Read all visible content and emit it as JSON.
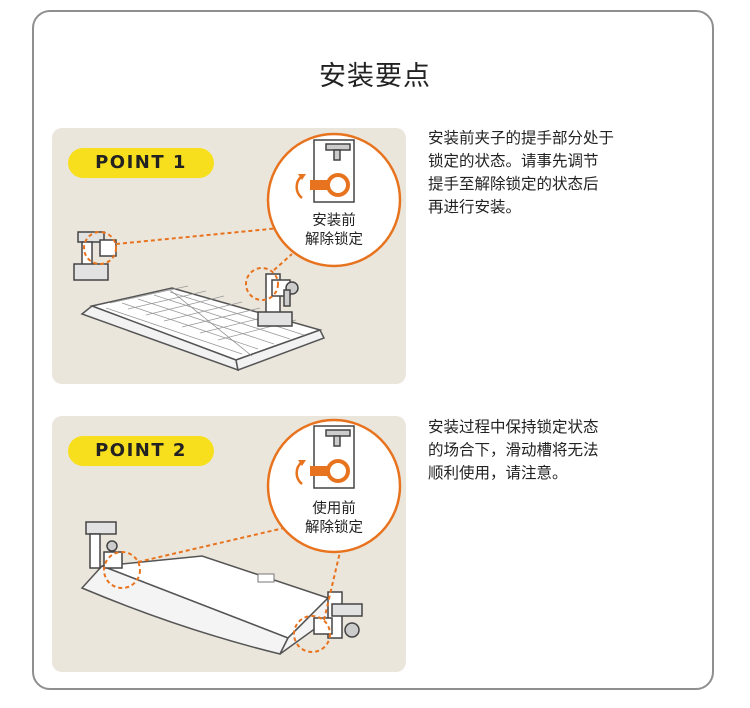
{
  "title": "安装要点",
  "points": [
    {
      "badge": "POINT 1",
      "circle_line1": "安装前",
      "circle_line2": "解除锁定",
      "desc_lines": [
        "安装前夹子的提手部分处于",
        "锁定的状态。请事先调节",
        "提手至解除锁定的状态后",
        "再进行安装。"
      ]
    },
    {
      "badge": "POINT 2",
      "circle_line1": "使用前",
      "circle_line2": "解除锁定",
      "desc_lines": [
        "安装过程中保持锁定状态",
        "的场合下，滑动槽将无法",
        "顺利使用，请注意。"
      ]
    }
  ],
  "colors": {
    "badge": "#f7df1e",
    "accent": "#e8731e",
    "panel": "#ebe6dc",
    "border": "#8f8f8f"
  }
}
